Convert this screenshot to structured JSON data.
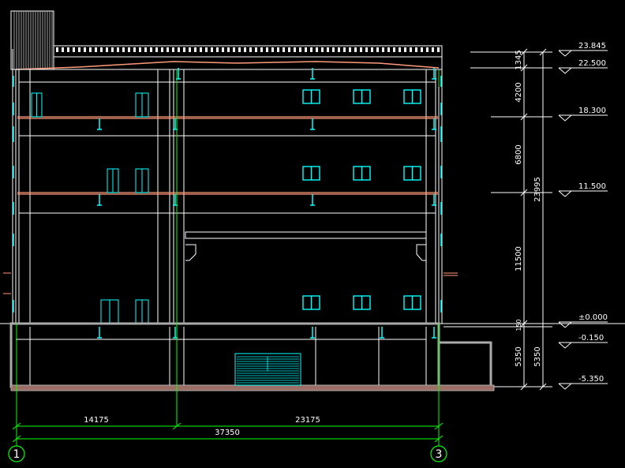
{
  "drawing": {
    "type": "building-section",
    "colors": {
      "background": "#000000",
      "structure": "#ffffff",
      "windows": "#00ffff",
      "slabs": "#ff9a7a",
      "dimension_lines": "#00ff00",
      "grid_circles": "#00ff00"
    },
    "levels": [
      {
        "label": "23.845"
      },
      {
        "label": "22.500"
      },
      {
        "label": "18.300"
      },
      {
        "label": "11.500"
      },
      {
        "label": "±0.000"
      },
      {
        "label": "-0.150"
      },
      {
        "label": "-5.350"
      }
    ],
    "vertical_dims": {
      "segments": [
        "1345",
        "4200",
        "6800",
        "11500",
        "150",
        "5350"
      ],
      "total": "23995",
      "basement": "5350"
    },
    "horizontal_dims": {
      "left_span": "14175",
      "right_span": "23175",
      "total": "37350"
    },
    "grid_axes": [
      "1",
      "3"
    ]
  }
}
